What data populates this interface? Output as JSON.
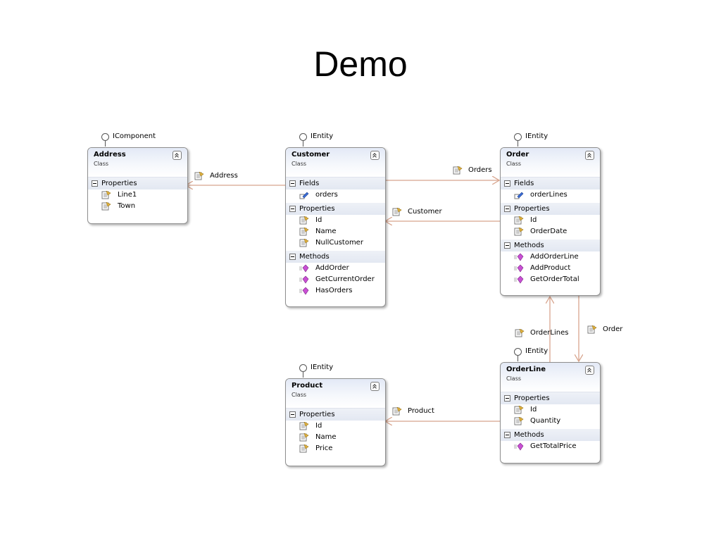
{
  "slide": {
    "title": "Demo"
  },
  "icons": {
    "property": "property-icon",
    "field": "field-icon",
    "method": "method-icon",
    "interface": "interface-lollipop-icon"
  },
  "colors": {
    "connector": "#d8a58e",
    "header_gradient": "#e3e9f6",
    "method_icon": "#c94fd4",
    "field_icon": "#3b6ed8"
  },
  "classes": {
    "address": {
      "name": "Address",
      "kind": "Class",
      "interface": "IComponent",
      "sections": [
        {
          "title": "Properties",
          "members": [
            "Line1",
            "Town"
          ]
        }
      ]
    },
    "customer": {
      "name": "Customer",
      "kind": "Class",
      "interface": "IEntity",
      "sections": [
        {
          "title": "Fields",
          "members": [
            "orders"
          ]
        },
        {
          "title": "Properties",
          "members": [
            "Id",
            "Name",
            "NullCustomer"
          ]
        },
        {
          "title": "Methods",
          "members": [
            "AddOrder",
            "GetCurrentOrder",
            "HasOrders"
          ]
        }
      ]
    },
    "order": {
      "name": "Order",
      "kind": "Class",
      "interface": "IEntity",
      "sections": [
        {
          "title": "Fields",
          "members": [
            "orderLines"
          ]
        },
        {
          "title": "Properties",
          "members": [
            "Id",
            "OrderDate"
          ]
        },
        {
          "title": "Methods",
          "members": [
            "AddOrderLine",
            "AddProduct",
            "GetOrderTotal"
          ]
        }
      ]
    },
    "product": {
      "name": "Product",
      "kind": "Class",
      "interface": "IEntity",
      "sections": [
        {
          "title": "Properties",
          "members": [
            "Id",
            "Name",
            "Price"
          ]
        }
      ]
    },
    "orderline": {
      "name": "OrderLine",
      "kind": "Class",
      "interface": "IEntity",
      "sections": [
        {
          "title": "Properties",
          "members": [
            "Id",
            "Quantity"
          ]
        },
        {
          "title": "Methods",
          "members": [
            "GetTotalPrice"
          ]
        }
      ]
    }
  },
  "associations": {
    "customer_address": "Address",
    "customer_orders": "Orders",
    "order_customer": "Customer",
    "orderline_order": "Order",
    "order_orderlines": "OrderLines",
    "orderline_product": "Product"
  }
}
